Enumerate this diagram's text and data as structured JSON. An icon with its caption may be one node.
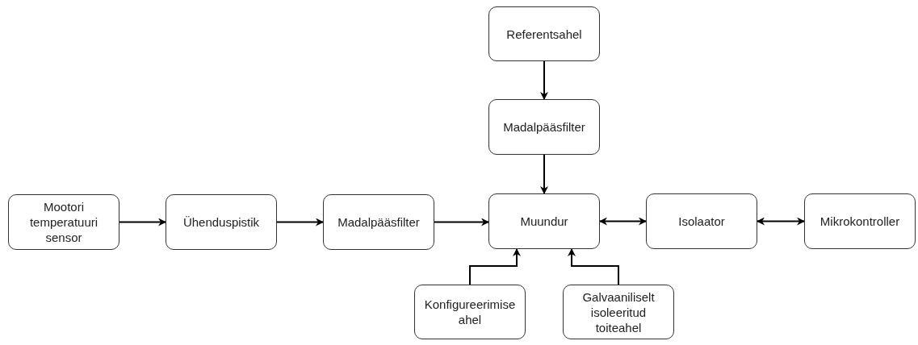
{
  "diagram": {
    "nodes": [
      {
        "text": [
          "Referentsahel"
        ]
      },
      {
        "text": [
          "Madalpääsfilter"
        ]
      },
      {
        "text": [
          "Mootori temperatuuri sensor"
        ]
      },
      {
        "text": [
          "Ühenduspistik"
        ]
      },
      {
        "text": [
          "Madalpääsfilter"
        ]
      },
      {
        "text": [
          "Muundur"
        ]
      },
      {
        "text": [
          "Isolaator"
        ]
      },
      {
        "text": [
          "Mikrokontroller"
        ]
      },
      {
        "text": [
          "Konfigureerimise ahel"
        ]
      },
      {
        "text": [
          "Galvaaniliselt isoleeritud toiteahel"
        ]
      }
    ],
    "edges": [
      {
        "from": 0,
        "to": 1,
        "arrow": "to"
      },
      {
        "from": 1,
        "to": 5,
        "arrow": "to"
      },
      {
        "from": 2,
        "to": 3,
        "arrow": "to"
      },
      {
        "from": 3,
        "to": 4,
        "arrow": "to"
      },
      {
        "from": 4,
        "to": 5,
        "arrow": "to"
      },
      {
        "from": 5,
        "to": 6,
        "arrow": "both"
      },
      {
        "from": 6,
        "to": 7,
        "arrow": "both"
      },
      {
        "from": 8,
        "to": 5,
        "arrow": "to"
      },
      {
        "from": 9,
        "to": 5,
        "arrow": "to"
      }
    ]
  }
}
